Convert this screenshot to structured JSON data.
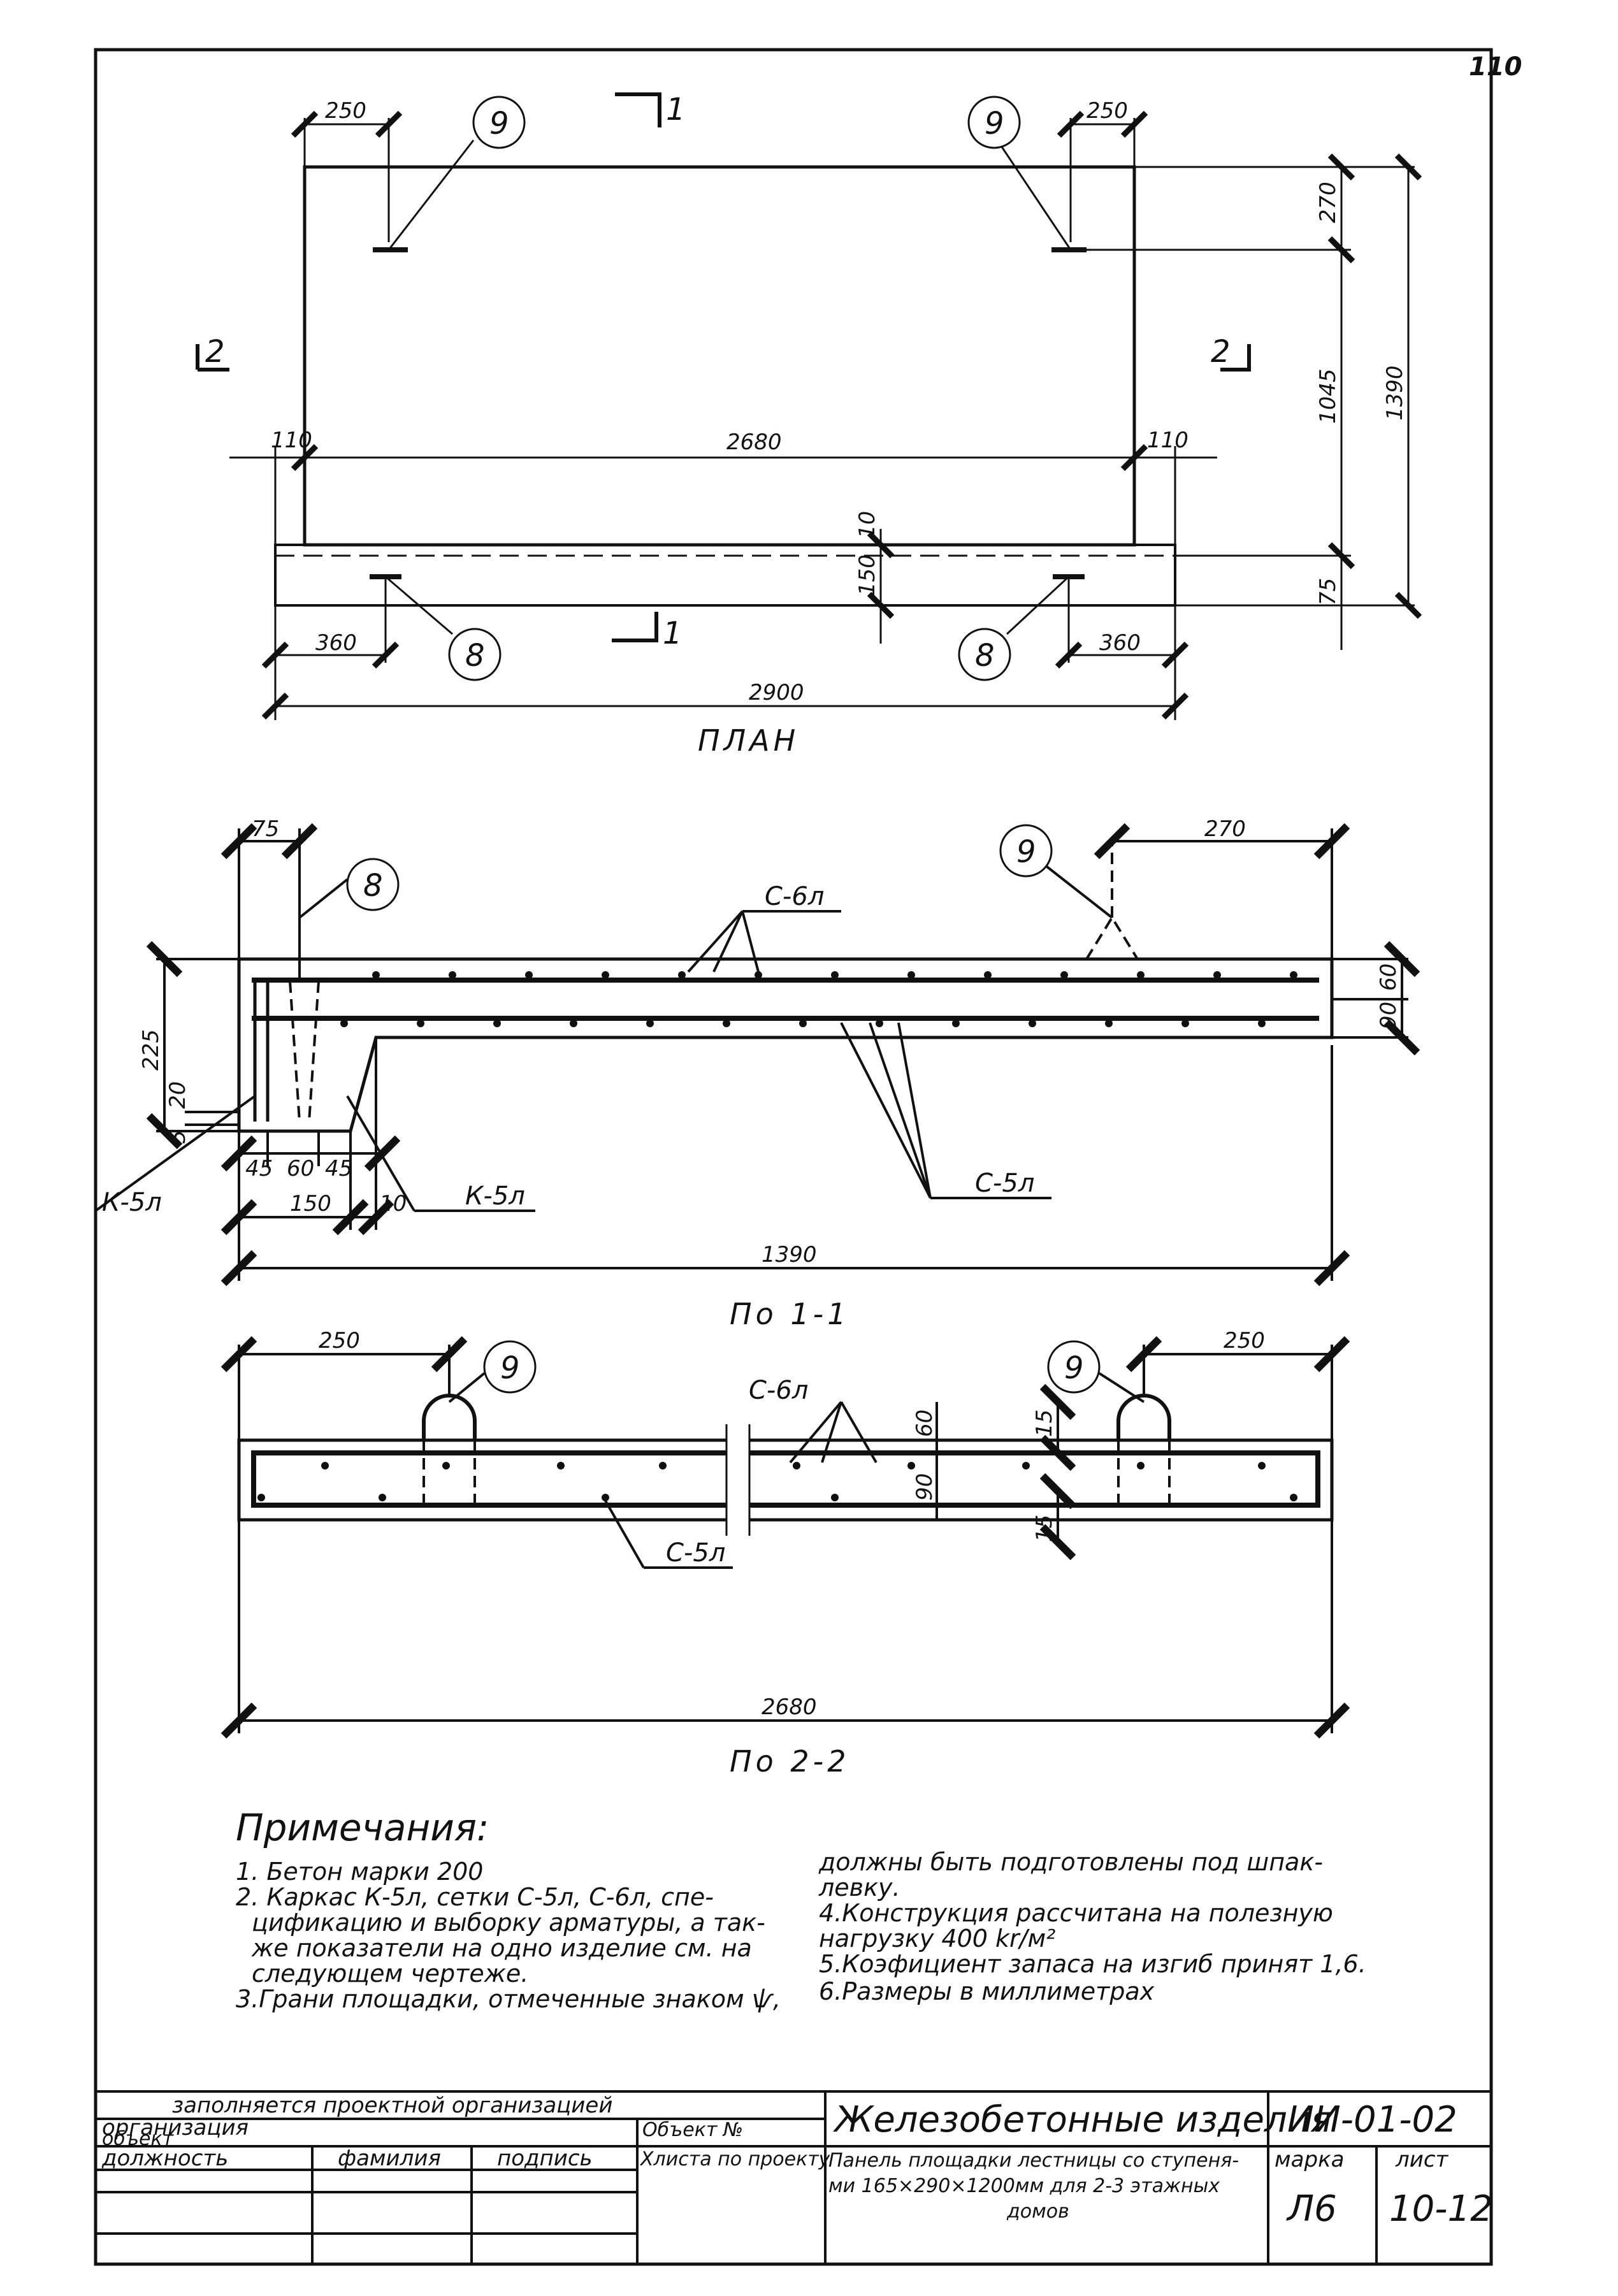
{
  "sheet": {
    "page_number": "110"
  },
  "plan": {
    "title": "ПЛАН",
    "dims": {
      "top_left": "250",
      "top_right": "250",
      "inner_width": "2680",
      "overhang_left": "110",
      "overhang_right": "110",
      "total_width": "2900",
      "bottom_left": "360",
      "bottom_right": "360",
      "right_top": "270",
      "right_mid": "1045",
      "right_total": "1390",
      "right_bottom": "75",
      "strip_thin": "10",
      "strip_depth": "150"
    },
    "callouts": {
      "loop": "9",
      "anchor": "8"
    },
    "section_marks": {
      "s1": "1",
      "s2": "2"
    }
  },
  "section_1_1": {
    "title": "По 1-1",
    "dims": {
      "top_left": "75",
      "top_right": "270",
      "left_height": "225",
      "right_top": "60",
      "right_bottom": "90",
      "small_20": "20",
      "small_5": "5",
      "b45_left": "45",
      "b60": "60",
      "b45_right": "45",
      "b150": "150",
      "b10": "10",
      "total": "1390"
    },
    "labels": {
      "mesh_top": "С-6л",
      "mesh_bottom": "С-5л",
      "frame_left": "К-5л",
      "frame_right": "К-5л"
    },
    "callouts": {
      "anchor": "8",
      "loop": "9"
    }
  },
  "section_2_2": {
    "title": "По 2-2",
    "dims": {
      "left": "250",
      "right": "250",
      "total": "2680",
      "v60": "60",
      "v90": "90",
      "v15_top": "15",
      "v15_bottom": "15"
    },
    "labels": {
      "mesh_top": "С-6л",
      "mesh_bottom": "С-5л"
    },
    "callouts": {
      "loop_left": "9",
      "loop_right": "9"
    }
  },
  "notes": {
    "heading": "Примечания:",
    "left": [
      "1. Бетон марки 200",
      "2. Каркас К-5л, сетки С-5л, С-6л, спе-",
      "цификацию и выборку арматуры, а так-",
      "же показатели на одно изделие см. на",
      "следующем чертеже.",
      "3.Грани площадки, отмеченные знаком ѱ,"
    ],
    "right": [
      "должны быть подготовлены под шпак-",
      "левку.",
      "4.Конструкция рассчитана на полезную",
      "нагрузку 400 kr/м²",
      "5.Коэфициент запаса на изгиб принят 1,6.",
      "6.Размеры в миллиметрах"
    ]
  },
  "title_block": {
    "filled_by": "заполняется проектной организацией",
    "org": "организация",
    "object": "объект",
    "object_no": "Объект №",
    "position": "должность",
    "surname": "фамилия",
    "signature": "подпись",
    "sheets": "Хлиста по проекту",
    "series_title": "Железобетонные изделия",
    "series_code": "ИИ-01-02",
    "desc_lines": [
      "Панель площадки лестницы со ступеня-",
      "ми 165×290×1200мм для 2-3 этажных",
      "домов"
    ],
    "mark_label": "марка",
    "sheet_label": "лист",
    "mark_value": "Л6",
    "sheet_value": "10-12"
  }
}
